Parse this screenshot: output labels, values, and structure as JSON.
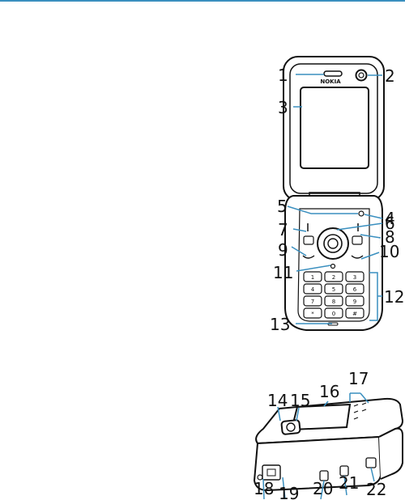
{
  "colors": {
    "accent_line": "#3a8fbf",
    "leader": "#3a8fbf",
    "phone_outline": "#111111",
    "phone_body": "#ffffff"
  },
  "diagrams": {
    "open_phone": {
      "logo_text": "NOKIA",
      "key_labels": [
        "1",
        "2",
        "3",
        "4",
        "5",
        "6",
        "7",
        "8",
        "9",
        "*",
        "0",
        "#"
      ],
      "callouts": [
        "1",
        "2",
        "3",
        "4",
        "5",
        "6",
        "7",
        "8",
        "9",
        "10",
        "11",
        "12",
        "13"
      ]
    },
    "closed_phone": {
      "callouts": [
        "14",
        "15",
        "16",
        "17",
        "18",
        "19",
        "20",
        "21",
        "22"
      ]
    }
  }
}
